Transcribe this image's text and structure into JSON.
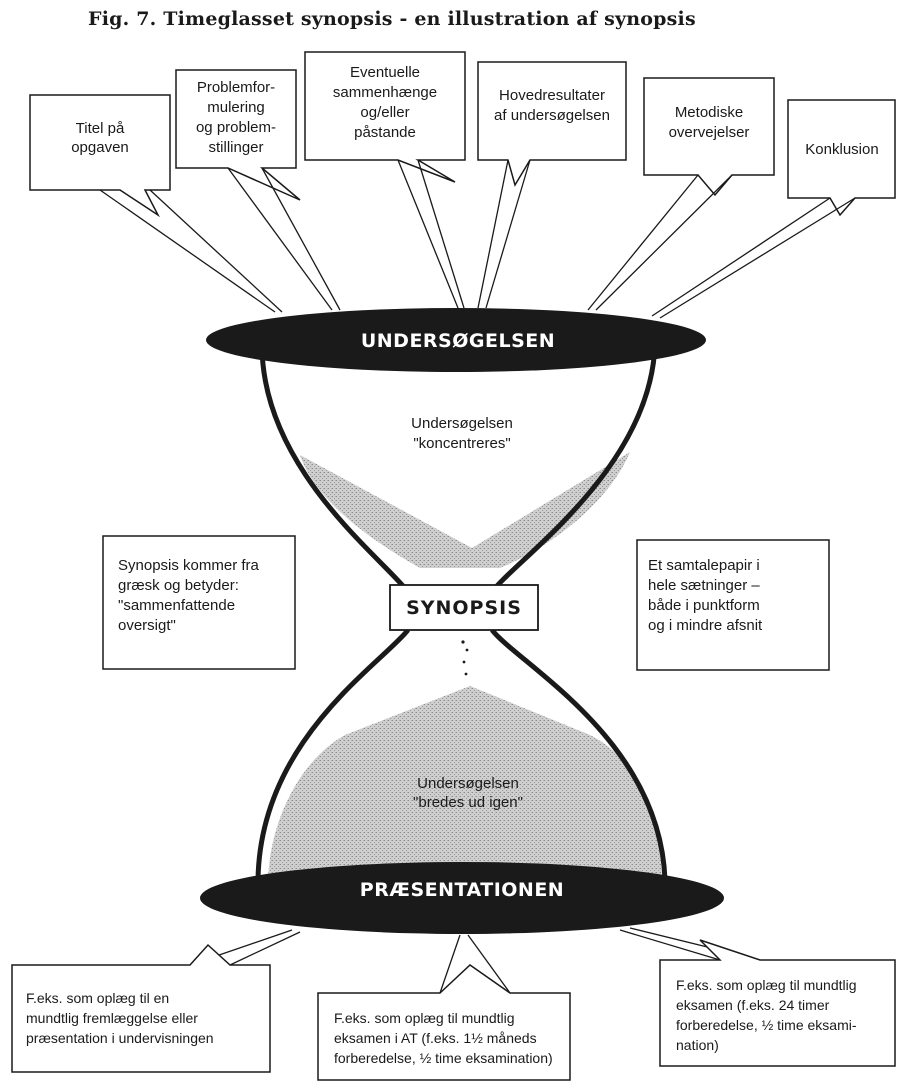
{
  "figure": {
    "title": "Fig. 7. Timeglasset synopsis - en illustration af synopsis"
  },
  "top_boxes": [
    {
      "lines": [
        "Titel på",
        "opgaven"
      ]
    },
    {
      "lines": [
        "Problemfor-",
        "mulering",
        "og problem-",
        "stillinger"
      ]
    },
    {
      "lines": [
        "Eventuelle",
        "sammenhænge",
        "og/eller",
        "påstande"
      ]
    },
    {
      "lines": [
        "Hovedresultater",
        "af undersøgelsen"
      ]
    },
    {
      "lines": [
        "Metodiske",
        "overvejelser"
      ]
    },
    {
      "lines": [
        "Konklusion"
      ]
    }
  ],
  "hourglass": {
    "top_band": "UNDERSØGELSEN",
    "upper_label": [
      "Undersøgelsen",
      "\"koncentreres\""
    ],
    "center": "SYNOPSIS",
    "lower_label": [
      "Undersøgelsen",
      "\"bredes ud igen\""
    ],
    "bottom_band": "PRÆSENTATIONEN"
  },
  "side_boxes": {
    "left": [
      "Synopsis kommer fra",
      "græsk og betyder:",
      "\"sammenfattende",
      "oversigt\""
    ],
    "right": [
      "Et samtalepapir i",
      "hele sætninger –",
      "både i punktform",
      "og i mindre afsnit"
    ]
  },
  "bottom_boxes": [
    {
      "lines": [
        "F.eks. som oplæg til en",
        "mundtlig fremlæggelse eller",
        "præsentation i undervisningen"
      ]
    },
    {
      "lines": [
        "F.eks. som oplæg til mundtlig",
        "eksamen i AT (f.eks. 1½ måneds",
        "forberedelse, ½ time eksamination)"
      ]
    },
    {
      "lines": [
        "F.eks. som oplæg til mundtlig",
        "eksamen (f.eks. 24 timer",
        "forberedelse, ½ time eksami-",
        "nation)"
      ]
    }
  ],
  "colors": {
    "ink": "#1a1a1a",
    "sand": "#c9c9c9",
    "paper": "#ffffff"
  }
}
